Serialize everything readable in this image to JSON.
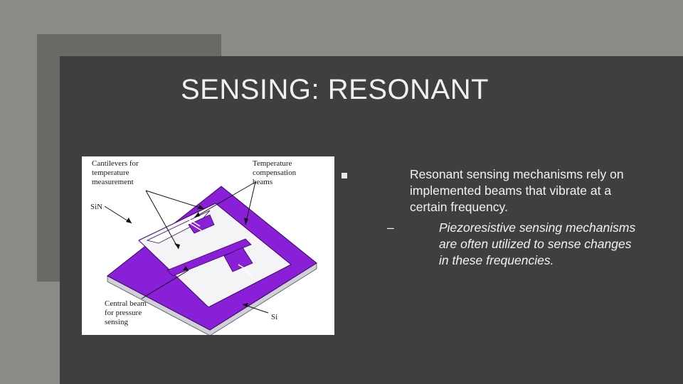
{
  "slide": {
    "title": "SENSING: RESONANT"
  },
  "figure": {
    "labels": {
      "cantilevers_line1": "Cantilevers for",
      "cantilevers_line2": "temperature",
      "cantilevers_line3": "measurement",
      "temp_comp_line1": "Temperature",
      "temp_comp_line2": "compensation",
      "temp_comp_line3": "beams",
      "sin": "SiN",
      "central_line1": "Central beam",
      "central_line2": "for pressure",
      "central_line3": "sensing",
      "si": "Si"
    },
    "colors": {
      "frame": "#8a1fd8",
      "frame_dark": "#5c0f9a",
      "substrate": "#d9d9e0",
      "background": "#ffffff"
    }
  },
  "bullets": {
    "main": "Resonant sensing mechanisms rely on implemented beams that vibrate at a certain frequency.",
    "sub_dash": "–",
    "sub": "Piezoresistive sensing mechanisms are often utilized to sense changes in these frequencies."
  },
  "colors": {
    "background": "#8b8b86",
    "accent_block": "#6a6a65",
    "slide": "#3f3f3f",
    "text": "#f2f2f2"
  }
}
